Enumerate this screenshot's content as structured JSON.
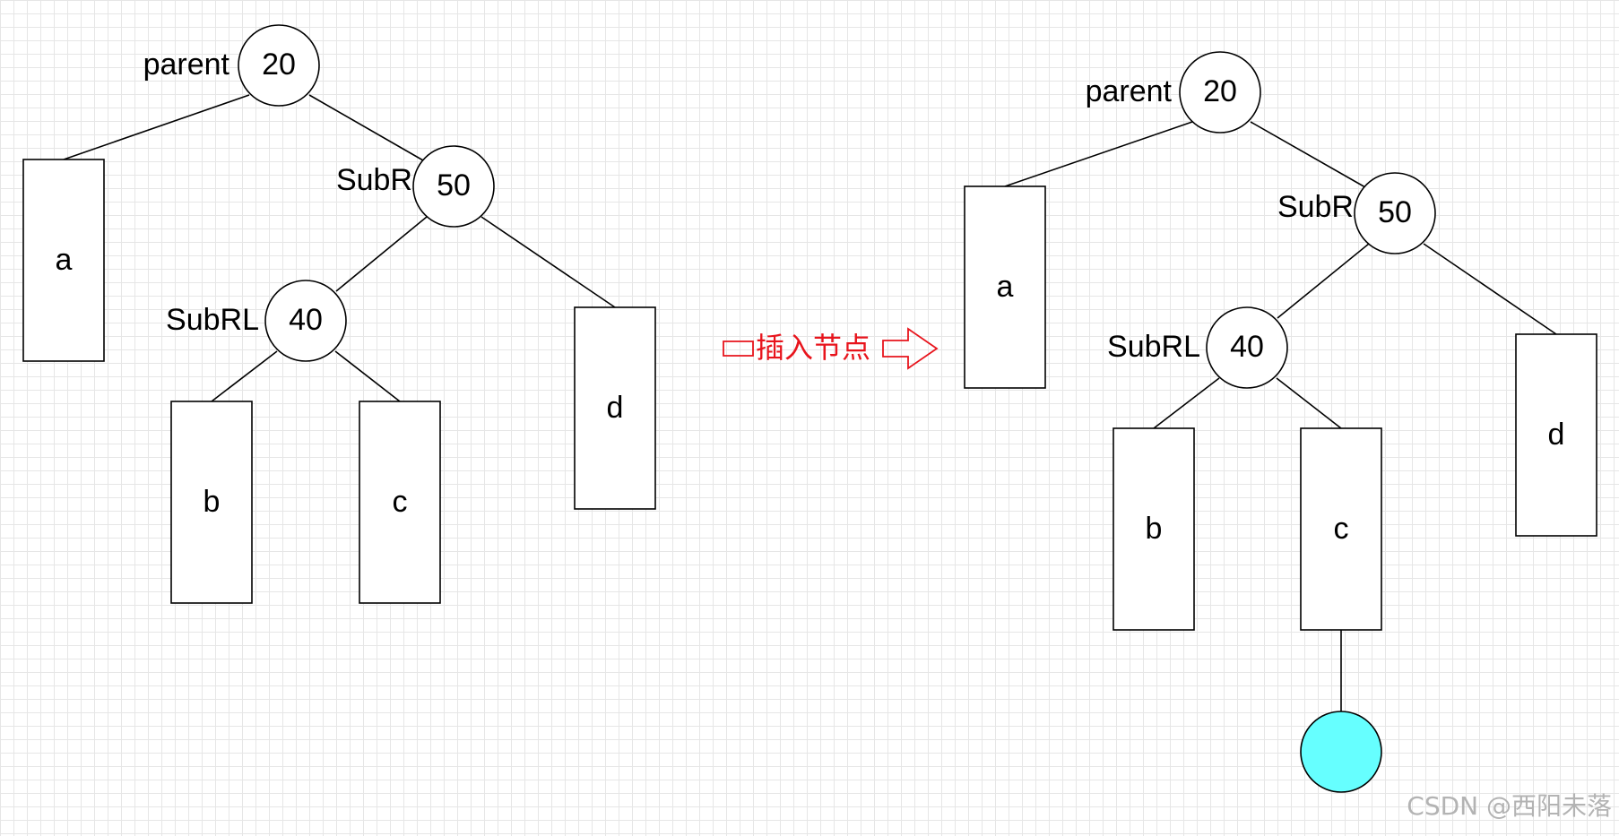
{
  "colors": {
    "edge": "#000000",
    "node_fill": "#ffffff",
    "new_node_fill": "#66ffff",
    "arrow": "#e8141c",
    "grid": "#e6e6e6"
  },
  "before": {
    "root": {
      "value": "20",
      "label": "parent"
    },
    "subr": {
      "value": "50",
      "label": "SubR"
    },
    "subrl": {
      "value": "40",
      "label": "SubRL"
    },
    "subtrees": {
      "a": "a",
      "b": "b",
      "c": "c",
      "d": "d"
    }
  },
  "after": {
    "root": {
      "value": "20",
      "label": "parent"
    },
    "subr": {
      "value": "50",
      "label": "SubR"
    },
    "subrl": {
      "value": "40",
      "label": "SubRL"
    },
    "subtrees": {
      "a": "a",
      "b": "b",
      "c": "c",
      "d": "d"
    },
    "inserted_node": {
      "value": ""
    }
  },
  "transition": {
    "label": "插入节点"
  },
  "watermark": "CSDN @西阳未落"
}
